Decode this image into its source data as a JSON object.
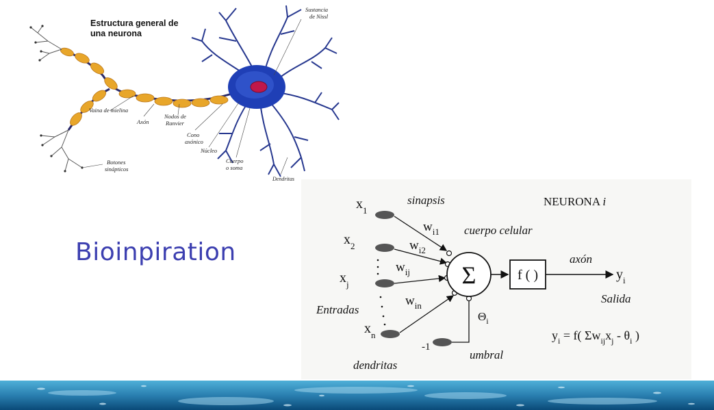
{
  "slide": {
    "title": "Bioinpiration"
  },
  "neuron_figure": {
    "heading_line1": "Estructura general de",
    "heading_line2": "una neurona",
    "labels": {
      "nissl_1": "Sustancia",
      "nissl_2": "de Nissl",
      "myelin": "Vaina de mielina",
      "axon": "Axón",
      "ranvier_1": "Nodos de",
      "ranvier_2": "Ranvier",
      "cone_1": "Cono",
      "cone_2": "axónico",
      "nucleus": "Núcleo",
      "body_1": "Cuerpo",
      "body_2": "o soma",
      "dendrites": "Dendritas",
      "buttons_1": "Botones",
      "buttons_2": "sinápticos"
    },
    "colors": {
      "body": "#1f3fb6",
      "nucleus": "#c0174a",
      "myelin": "#e8a62a",
      "axon": "#2a2a6a"
    }
  },
  "neuron_model": {
    "synapsis": "sinapsis",
    "neuron_name": "NEURONA",
    "neuron_index": "i",
    "cell_body": "cuerpo celular",
    "inputs_label": "Entradas",
    "dendrites": "dendritas",
    "threshold": "umbral",
    "axon": "axón",
    "output_label": "Salida",
    "sum_symbol": "Σ",
    "activation": "f ( )",
    "bias_input": "-1",
    "theta": "Θ",
    "theta_sub": "i",
    "inputs": [
      {
        "name": "x",
        "sub": "1",
        "weight": "w",
        "weight_sub": "i1"
      },
      {
        "name": "x",
        "sub": "2",
        "weight": "w",
        "weight_sub": "i2"
      },
      {
        "name": "x",
        "sub": "j",
        "weight": "w",
        "weight_sub": "ij"
      },
      {
        "name": "x",
        "sub": "n",
        "weight": "w",
        "weight_sub": "in"
      }
    ],
    "output": {
      "name": "y",
      "sub": "i"
    },
    "formula": {
      "lhs": "y",
      "lhs_sub": "i",
      "eq": " = f(  Σw",
      "w_sub": "ij",
      "x": "x",
      "x_sub": "j",
      "minus": " - θ",
      "theta_sub": "i",
      "close": "  )"
    }
  },
  "footer": {
    "colors": {
      "deep": "#0a4a78",
      "light": "#4fb0d8"
    }
  }
}
